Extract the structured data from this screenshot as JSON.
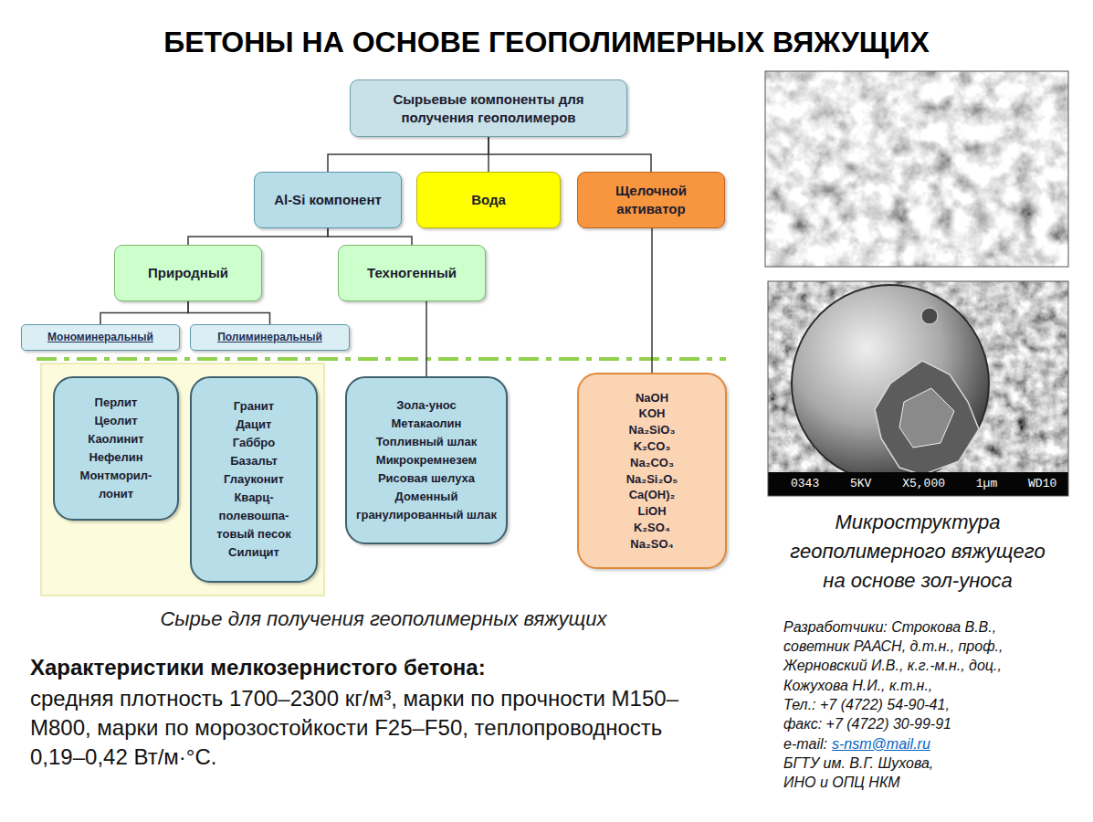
{
  "diagram": {
    "title": "БЕТОНЫ НА ОСНОВЕ ГЕОПОЛИМЕРНЫХ ВЯЖУЩИХ",
    "caption": "Сырье для получения геополимерных вяжущих",
    "nodes": [
      {
        "text": [
          "Сырьевые компоненты для получения геополимеров"
        ]
      },
      {
        "text": [
          "Al-Si компонент"
        ]
      },
      {
        "text": [
          "Вода"
        ]
      },
      {
        "text": [
          "Щелочной активатор"
        ]
      },
      {
        "text": [
          "Природный"
        ]
      },
      {
        "text": [
          "Техногенный"
        ]
      },
      {
        "text": [
          "Мономинеральный"
        ]
      },
      {
        "text": [
          "Полиминеральный"
        ]
      },
      {
        "text": [
          "Перлит",
          "Цеолит",
          "Каолинит",
          "Нефелин",
          "Монтморил- лонит"
        ]
      },
      {
        "text": [
          "Гранит",
          "Дацит",
          "Габбро",
          "Базальт",
          "Глауконит",
          "Кварц- полевошпа- товый песок",
          "Силицит"
        ]
      },
      {
        "text": [
          "Зола-унос",
          "Метакаолин",
          "Топливный шлак",
          "Микрокремнезем",
          "Рисовая шелуха",
          "Доменный гранулированный шлак"
        ]
      },
      {
        "text": [
          "NaOH",
          "KOH",
          "Na₂SiO₃",
          "K₂CO₃",
          "Na₂CO₃",
          "Na₂Si₂O₅",
          "Ca(OH)₂",
          "LiOH",
          "K₂SO₄",
          "Na₂SO₄"
        ]
      }
    ],
    "edges": [
      {
        "from": 0,
        "to": 1,
        "arrow": "none"
      },
      {
        "from": 0,
        "to": 2,
        "arrow": "none"
      },
      {
        "from": 0,
        "to": 3,
        "arrow": "none"
      },
      {
        "from": 1,
        "to": 4,
        "arrow": "none"
      },
      {
        "from": 1,
        "to": 5,
        "arrow": "none"
      },
      {
        "from": 4,
        "to": 6,
        "arrow": "none"
      },
      {
        "from": 4,
        "to": 7,
        "arrow": "none"
      },
      {
        "from": 5,
        "to": 10,
        "arrow": "none"
      },
      {
        "from": 3,
        "to": 11,
        "arrow": "none"
      }
    ],
    "labels": [
      "Микроструктура геополимерного вяжущего на основе зол-уноса",
      "0343 5KV X5,000 1µm WD10",
      "Характеристики мелкозернистого бетона:",
      "средняя плотность 1700–2300 кг/м³, марки по прочности М150–М800, марки по морозостойкости F25–F50, теплопроводность 0,19–0,42 Вт/м·°C.",
      "Разработчики: Строкова В.В.,",
      "советник РААСН, д.т.н., проф.,",
      "Жерновский И.В., к.г.-м.н., доц.,",
      "Кожухова Н.И., к.т.н.,",
      "Тел.: +7 (4722) 54-90-41,",
      "факс: +7 (4722) 30-99-91",
      "e-mail:",
      "s-nsm@mail.ru",
      "БГТУ им. В.Г. Шухова,",
      "ИНО и ОПЦ НКМ"
    ]
  }
}
